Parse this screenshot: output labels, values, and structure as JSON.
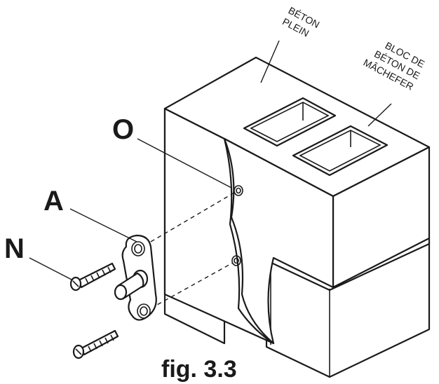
{
  "labels": {
    "solid_concrete": [
      "BÉTON",
      "PLEIN"
    ],
    "cinder_block": [
      "BLOC DE",
      "BÉTON DE",
      "MÂCHEFER"
    ],
    "letter_o": "O",
    "letter_a": "A",
    "letter_n": "N"
  },
  "caption": "fig. 3.3"
}
